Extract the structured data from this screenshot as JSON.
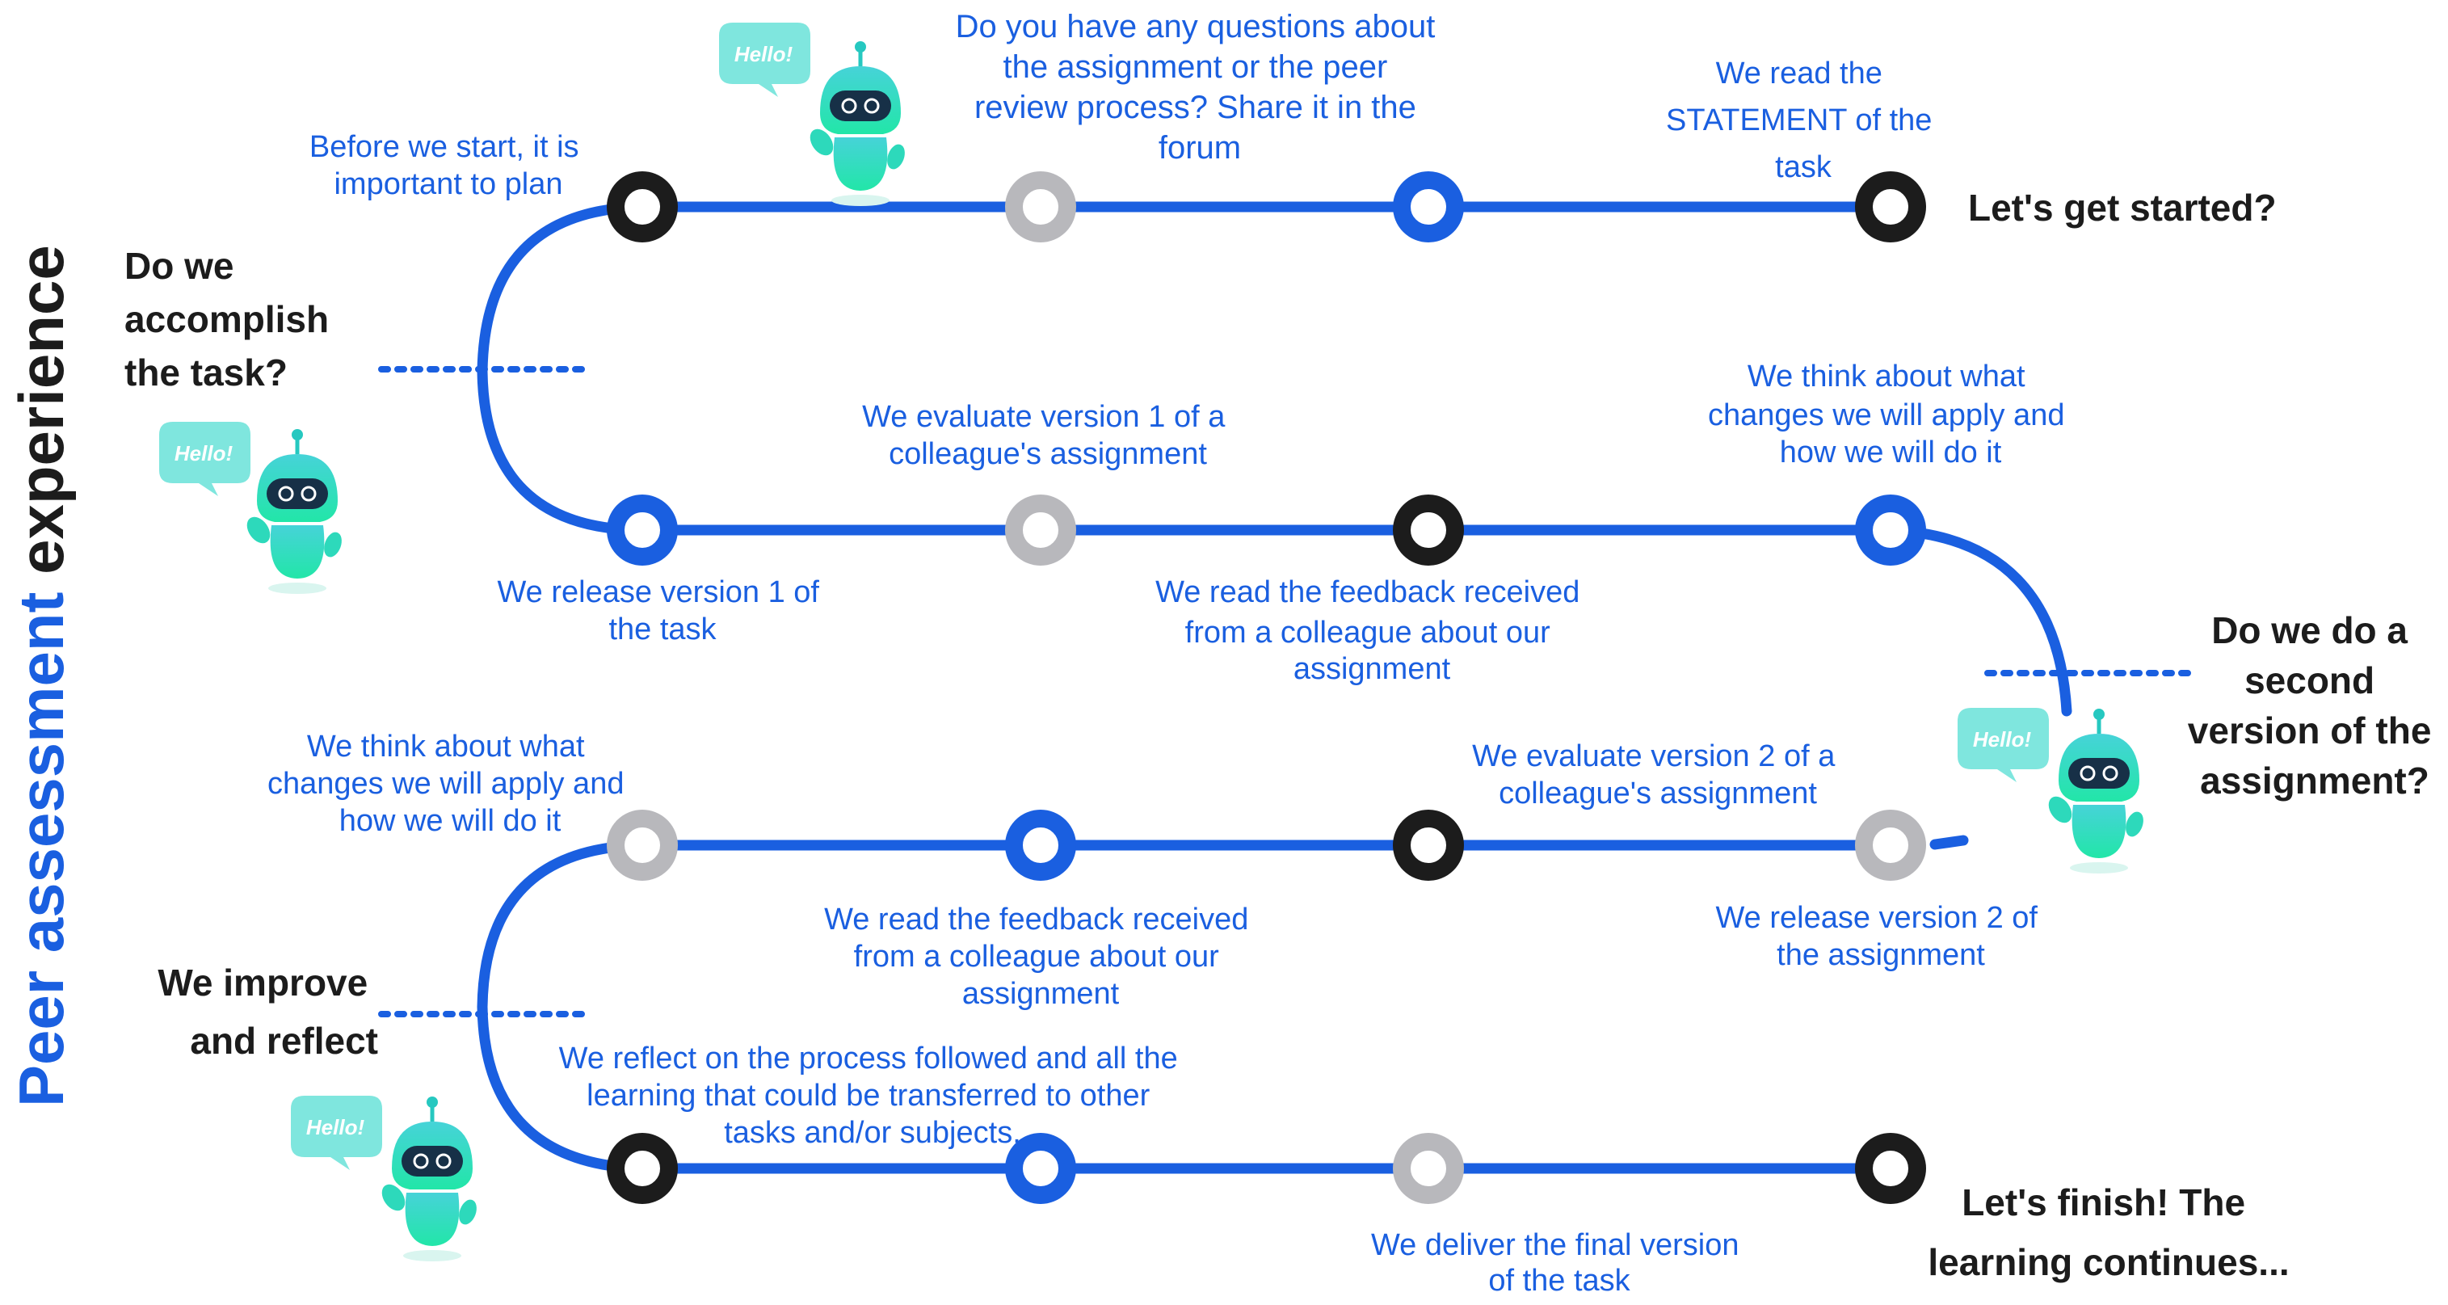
{
  "title": {
    "part1": "Peer ",
    "part2": "assessment",
    "part3": " experience"
  },
  "headings": {
    "start": "Let's get started?",
    "accomplish": [
      "Do we",
      "accomplish",
      "the task?"
    ],
    "second_version": [
      "Do we do a",
      "second",
      "version of the",
      "assignment?"
    ],
    "improve": [
      "We improve",
      "and reflect"
    ],
    "finish": [
      "Let's finish! The",
      "learning continues..."
    ]
  },
  "robot": {
    "greeting": "Hello!"
  },
  "steps": {
    "plan": [
      "Before we start, it is",
      "important to plan"
    ],
    "forum": [
      "Do you have any questions about",
      "the assignment or the peer",
      "review process? Share it in the",
      "forum"
    ],
    "statement": [
      "We read the",
      "STATEMENT of the",
      "task"
    ],
    "release_v1": [
      "We release version 1 of",
      "the task"
    ],
    "evaluate_v1": [
      "We evaluate version 1 of a",
      "colleague's assignment"
    ],
    "read_feedback_1": [
      "We read the feedback received",
      "from a colleague about our",
      "assignment"
    ],
    "think_changes_1": [
      "We think about what",
      "changes we will apply and",
      "how we will do it"
    ],
    "think_changes_2": [
      "We think about what",
      "changes we will apply and",
      "how we will do it"
    ],
    "read_feedback_2": [
      "We read the feedback received",
      "from a colleague about our",
      "assignment"
    ],
    "evaluate_v2": [
      "We evaluate version 2 of a",
      "colleague's assignment"
    ],
    "release_v2": [
      "We release version 2 of",
      "the assignment"
    ],
    "reflect": [
      "We reflect on the process followed and all the",
      "learning that could be transferred to other",
      "tasks and/or subjects."
    ],
    "deliver": [
      "We deliver the final version",
      "of the task"
    ]
  },
  "colors": {
    "track": "#1a5fe0",
    "node_dark": "#1c1c1c",
    "node_blue": "#1a5fe0",
    "node_gray": "#b8b8bc",
    "robot": "#2dd4c0",
    "bubble": "#7fe6de"
  }
}
